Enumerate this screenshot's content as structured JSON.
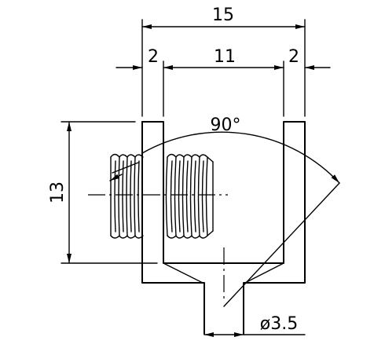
{
  "dimensions": {
    "overall_width": "15",
    "left_wall": "2",
    "inner_width": "11",
    "right_wall": "2",
    "height": "13",
    "hole_diameter": "ø3.5",
    "angle": "90°"
  }
}
